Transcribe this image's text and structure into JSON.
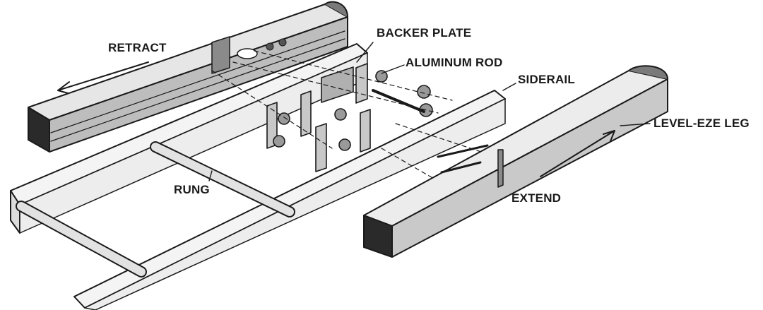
{
  "labels": {
    "retract": "RETRACT",
    "backer_plate": "BACKER PLATE",
    "aluminum_rod": "ALUMINUM ROD",
    "siderail": "SIDERAIL",
    "level_eze_leg": "LEVEL-EZE LEG",
    "rung": "RUNG",
    "extend": "EXTEND"
  },
  "colors": {
    "ink": "#1a1a1a",
    "leg_fill": "#d6d6d6",
    "leg_shade": "#9a9a9a",
    "rail_fill": "#f4f4f4",
    "rung_fill": "#e2e2e2",
    "bracket_fill": "#c8c8c8"
  }
}
